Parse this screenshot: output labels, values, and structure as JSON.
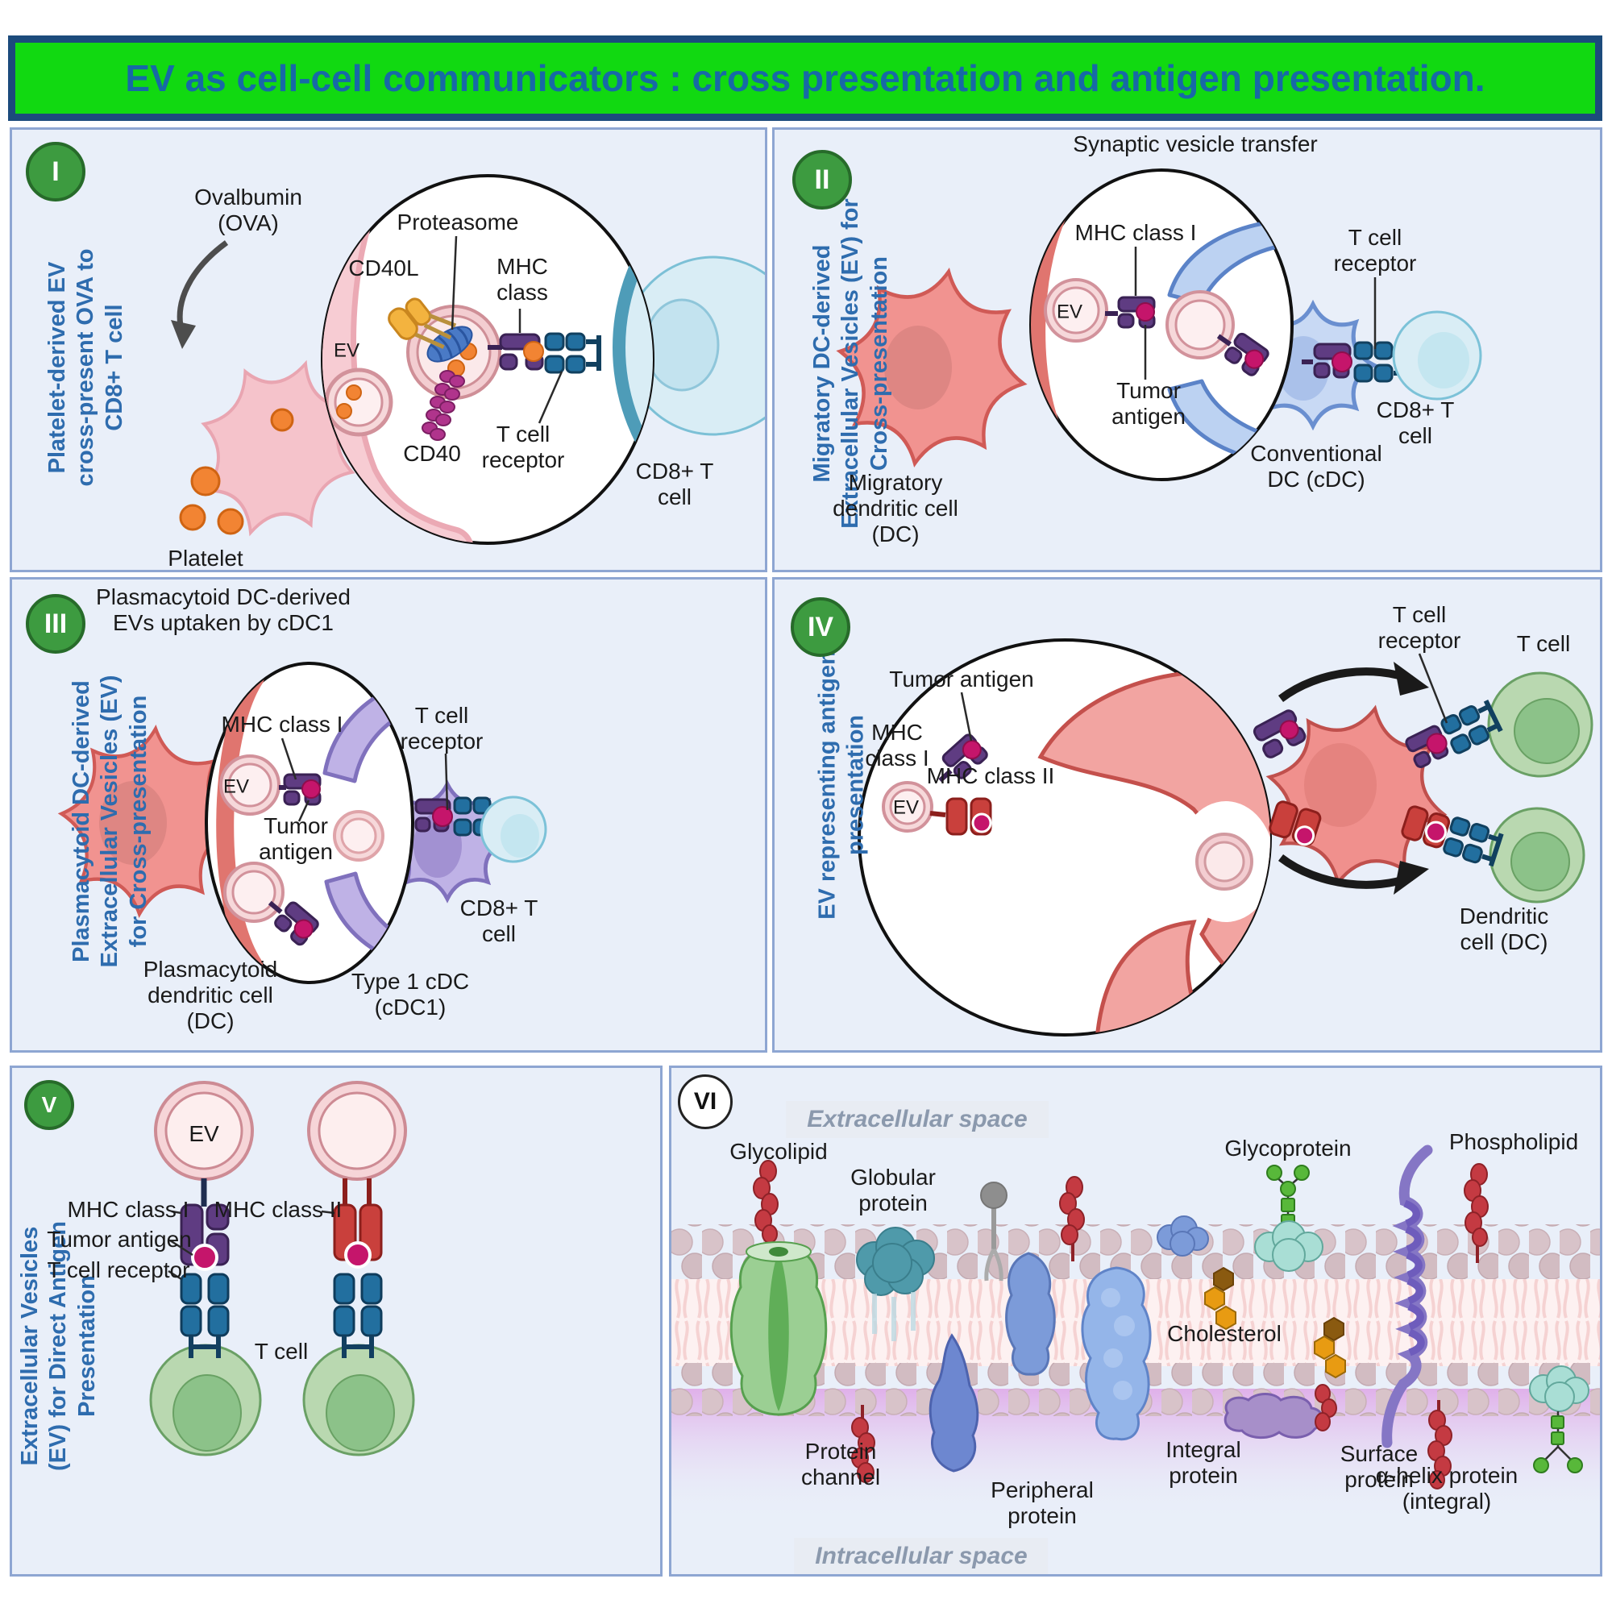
{
  "title": "EV as cell-cell communicators : cross presentation and antigen presentation.",
  "colors": {
    "title_bg": "#11d911",
    "title_text": "#1769a6",
    "frame_blue": "#1c4b7c",
    "panel_bg": "#e9eff9",
    "panel_border": "#8ea6d2",
    "badge_green": "#3d9b40",
    "side_title_blue": "#2e6cae",
    "mhc1_purple": "#5f3c82",
    "mhc2_red": "#c9403c",
    "tcr_blue": "#226f9f",
    "antigen_crimson": "#c5156b",
    "ova_orange": "#f28433",
    "dc_salmon": "#f19390",
    "cdc_blue": "#c8d9f4",
    "cdc1_purple": "#bfb2e6",
    "tcell_green": "#b9d8b0",
    "cd8_tcell_blue": "#d9edf5",
    "ev_ring_pink": "#cf8f97"
  },
  "panels": {
    "p1": {
      "num": "I",
      "side_title": "Platelet-derived EV\ncross-present OVA to\nCD8+ T cell",
      "labels": {
        "ovalbumin": "Ovalbumin\n(OVA)",
        "platelet": "Platelet",
        "cd40l": "CD40L",
        "proteasome": "Proteasome",
        "mhc_class": "MHC\nclass",
        "ev": "EV",
        "cd40": "CD40",
        "t_cell_receptor": "T cell\nreceptor",
        "cd8_t_cell": "CD8+ T cell"
      }
    },
    "p2": {
      "num": "II",
      "side_title": "Migratory DC-derived\nExtracellular Vesicles (EV) for\nCross-presentation",
      "caption": "Synaptic vesicle transfer",
      "labels": {
        "mhc_class_i": "MHC class I",
        "ev": "EV",
        "tumor_antigen": "Tumor\nantigen",
        "t_cell_receptor": "T cell\nreceptor",
        "migratory_dc": "Migratory\ndendritic cell\n(DC)",
        "conventional_dc": "Conventional\nDC (cDC)",
        "cd8_t_cell": "CD8+ T\ncell"
      }
    },
    "p3": {
      "num": "III",
      "side_title": "Plasmacytoid DC-derived\nExtracellular Vesicles (EV)\nfor Cross-presentation",
      "caption": "Plasmacytoid DC-derived\nEVs uptaken by cDC1",
      "labels": {
        "mhc_class_i": "MHC class I",
        "ev": "EV",
        "tumor_antigen": "Tumor\nantigen",
        "t_cell_receptor": "T cell\nreceptor",
        "plasmacytoid_dc": "Plasmacytoid\ndendritic cell\n(DC)",
        "type1_cdc": "Type 1 cDC\n(cDC1)",
        "cd8_t_cell": "CD8+ T\ncell"
      }
    },
    "p4": {
      "num": "IV",
      "side_title": "EV representing antigen\npresentation",
      "labels": {
        "tumor_antigen": "Tumor antigen",
        "mhc_class_i": "MHC\nclass I",
        "mhc_class_ii": "MHC class II",
        "ev": "EV",
        "t_cell_receptor": "T cell\nreceptor",
        "t_cell": "T cell",
        "dendritic_cell": "Dendritic cell (DC)"
      }
    },
    "p5": {
      "num": "V",
      "side_title": "Extracellular Vesicles\n(EV) for Direct Antigen\nPresentation",
      "labels": {
        "ev": "EV",
        "mhc_class_i": "MHC class I",
        "tumor_antigen": "Tumor antigen",
        "t_cell_receptor": "T cell receptor",
        "mhc_class_ii": "MHC class II",
        "t_cell": "T cell"
      }
    },
    "p6": {
      "num": "VI",
      "labels": {
        "extracellular": "Extracellular space",
        "intracellular": "Intracellular space",
        "glycolipid": "Glycolipid",
        "globular": "Globular\nprotein",
        "glycoprotein": "Glycoprotein",
        "phospholipid": "Phospholipid",
        "cholesterol": "Cholesterol",
        "protein_channel": "Protein\nchannel",
        "peripheral": "Peripheral\nprotein",
        "integral": "Integral\nprotein",
        "surface": "Surface\nprotein",
        "alpha_helix": "α-helix protein\n(integral)"
      }
    }
  }
}
